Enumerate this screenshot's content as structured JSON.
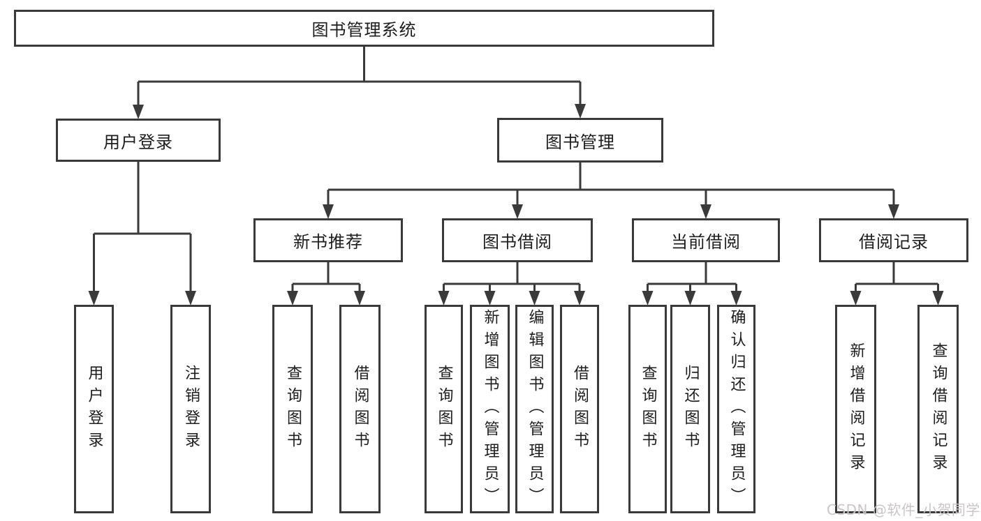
{
  "title": "图书管理系统",
  "watermark": "CSDN @软件_小贺同学",
  "colors": {
    "line": "#3a3a3a",
    "text": "#1d1d1d",
    "watermark": "#c9c6c6",
    "background": "#ffffff"
  },
  "tree": {
    "root": {
      "label": "图书管理系统"
    },
    "children": [
      {
        "label": "用户登录",
        "children": [
          {
            "label": "用户登录"
          },
          {
            "label": "注销登录"
          }
        ]
      },
      {
        "label": "图书管理",
        "children": [
          {
            "label": "新书推荐",
            "children": [
              {
                "label": "查询图书"
              },
              {
                "label": "借阅图书"
              }
            ]
          },
          {
            "label": "图书借阅",
            "children": [
              {
                "label": "查询图书"
              },
              {
                "label": "新增图书（管理员）"
              },
              {
                "label": "编辑图书（管理员）"
              },
              {
                "label": "借阅图书"
              }
            ]
          },
          {
            "label": "当前借阅",
            "children": [
              {
                "label": "查询图书"
              },
              {
                "label": "归还图书"
              },
              {
                "label": "确认归还（管理员）"
              }
            ]
          },
          {
            "label": "借阅记录",
            "children": [
              {
                "label": "新增借阅记录"
              },
              {
                "label": "查询借阅记录"
              }
            ]
          }
        ]
      }
    ]
  }
}
